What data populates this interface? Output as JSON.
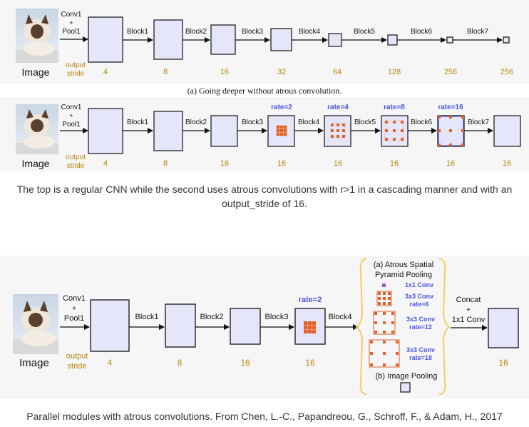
{
  "colors": {
    "block_fill": "#e6e6fb",
    "block_stroke": "#111111",
    "stride_text": "#b8860b",
    "rate_text": "#4a55e0",
    "kernel_orange": "#e0602a",
    "kernel_grid": "#f3a07a",
    "aspp_bracket": "#f0d060",
    "conv_text": "#4a55e0",
    "pool_purple": "#9a5cc4",
    "caption_text": "#333333"
  },
  "diagram_a": {
    "input_label": "Image",
    "stem_label_1": "Conv1",
    "stem_plus": "+",
    "stem_label_2": "Pool1",
    "stride_label_1": "output",
    "stride_label_2": "stride",
    "blocks": [
      "Block1",
      "Block2",
      "Block3",
      "Block4",
      "Block5",
      "Block6",
      "Block7"
    ],
    "strides": [
      "4",
      "8",
      "16",
      "32",
      "64",
      "128",
      "256",
      "256"
    ],
    "caption": "(a) Going deeper without atrous convolution."
  },
  "diagram_b": {
    "input_label": "Image",
    "stem_label_1": "Conv1",
    "stem_plus": "+",
    "stem_label_2": "Pool1",
    "stride_label_1": "output",
    "stride_label_2": "stride",
    "blocks": [
      "Block1",
      "Block2",
      "Block3",
      "Block4",
      "Block5",
      "Block6",
      "Block7"
    ],
    "rates": [
      "rate=2",
      "rate=4",
      "rate=8",
      "rate=16"
    ],
    "strides": [
      "4",
      "8",
      "16",
      "16",
      "16",
      "16",
      "16",
      "16"
    ]
  },
  "caption_1": "The top is a regular CNN while the second uses atrous convolutions with r>1 in a cascading manner and with an output_stride of 16.",
  "diagram_c": {
    "input_label": "Image",
    "stem_label_1": "Conv1",
    "stem_plus": "+",
    "stem_label_2": "Pool1",
    "stride_label_1": "output",
    "stride_label_2": "stride",
    "blocks": [
      "Block1",
      "Block2",
      "Block3",
      "Block4"
    ],
    "rate": "rate=2",
    "strides": [
      "4",
      "8",
      "16",
      "16",
      "16"
    ],
    "aspp_title_1": "(a) Atrous Spatial",
    "aspp_title_2": "Pyramid Pooling",
    "aspp_branches": [
      {
        "line1": "1x1 Conv",
        "line2": ""
      },
      {
        "line1": "3x3 Conv",
        "line2": "rate=6"
      },
      {
        "line1": "3x3 Conv",
        "line2": "rate=12"
      },
      {
        "line1": "3x3 Conv",
        "line2": "rate=18"
      }
    ],
    "image_pooling_label": "(b) Image Pooling",
    "concat_label_1": "Concat",
    "concat_plus": "+",
    "concat_label_2": "1x1 Conv"
  },
  "caption_2": "Parallel modules with atrous convolutions. From Chen, L.-C., Papandreou, G., Schroff, F., & Adam, H., 2017"
}
